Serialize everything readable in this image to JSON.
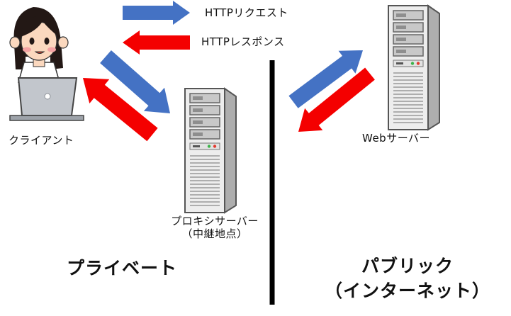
{
  "labels": {
    "http_request": "HTTPリクエスト",
    "http_response": "HTTPレスポンス",
    "client": "クライアント",
    "proxy_line1": "プロキシサーバー",
    "proxy_line2": "（中継地点）",
    "web_server": "Webサーバー",
    "private": "プライベート",
    "public_line1": "パブリック",
    "public_line2": "（インターネット）"
  },
  "colors": {
    "request_arrow": "#4472C4",
    "response_arrow": "#F40000",
    "divider": "#000000"
  },
  "icons": {
    "client": "woman-with-laptop-icon",
    "proxy": "server-tower-icon",
    "web": "server-tower-icon"
  }
}
